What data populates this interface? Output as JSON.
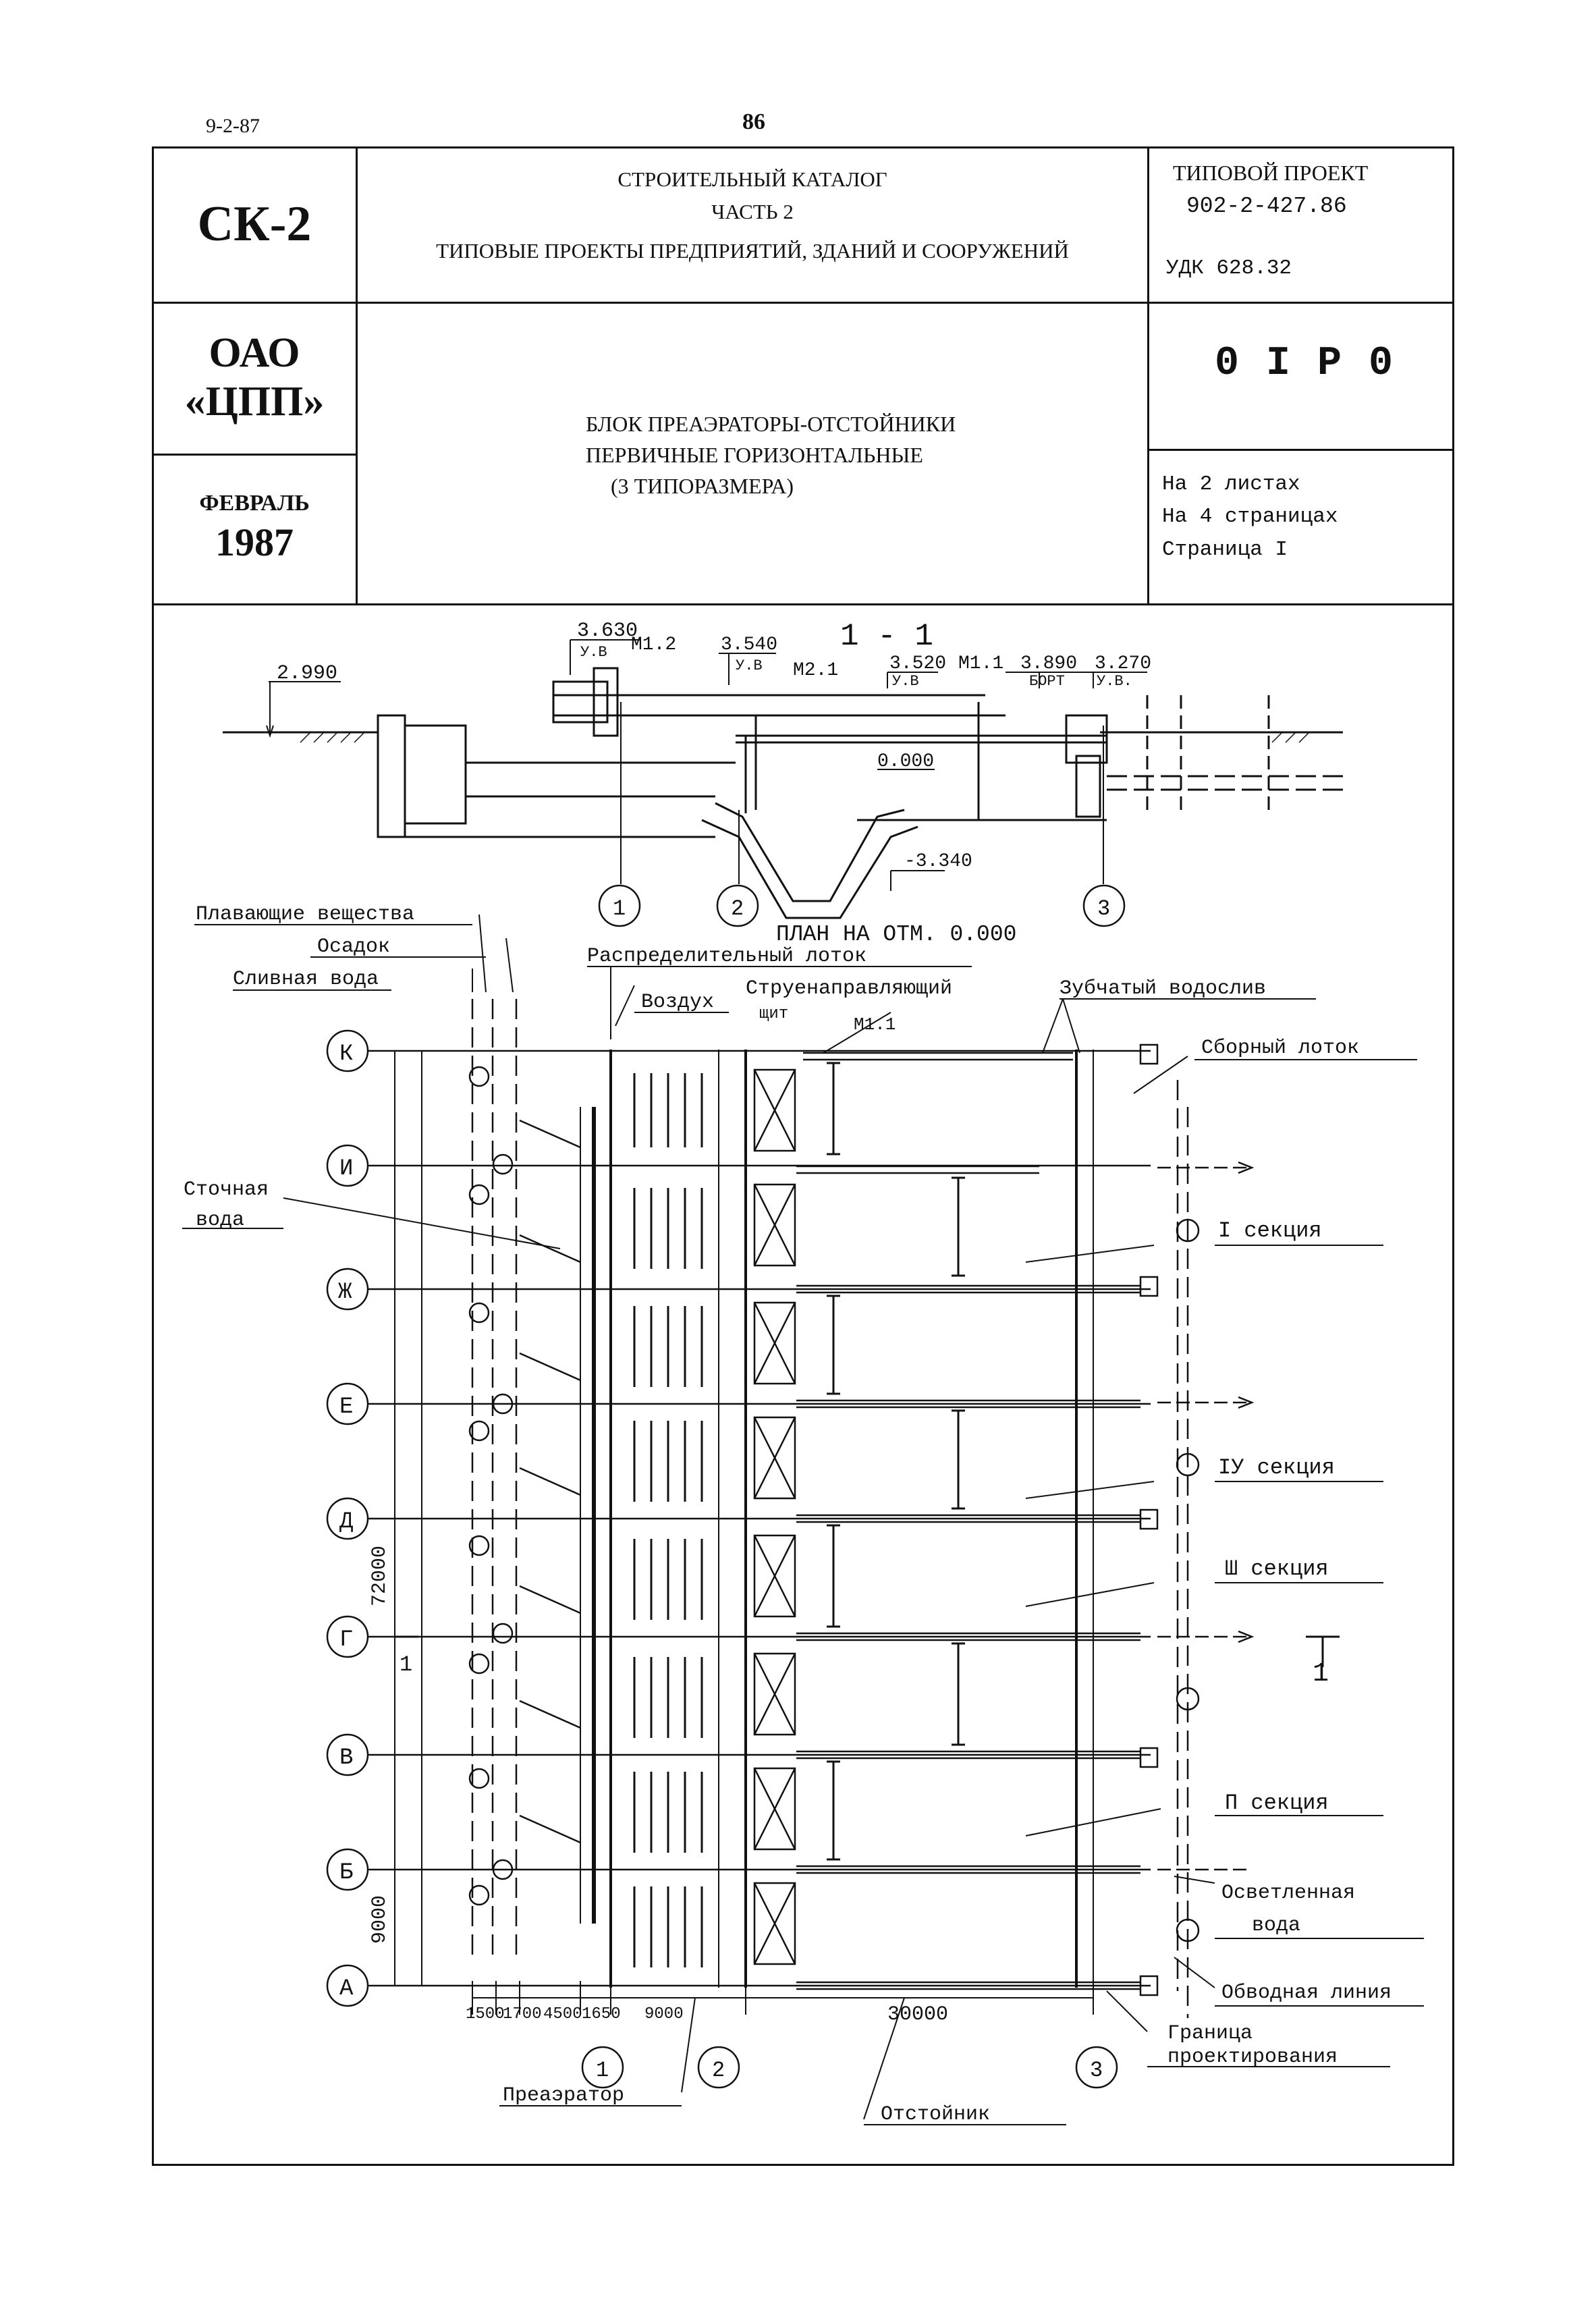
{
  "page": {
    "series_code": "9-2-87",
    "page_number": "86"
  },
  "header": {
    "catalog_code": "СК-2",
    "catalog_title_line1": "СТРОИТЕЛЬНЫЙ КАТАЛОГ",
    "catalog_title_line2": "ЧАСТЬ 2",
    "catalog_title_line3": "ТИПОВЫЕ ПРОЕКТЫ ПРЕДПРИЯТИЙ, ЗДАНИЙ И СООРУЖЕНИЙ",
    "project_label": "ТИПОВОЙ ПРОЕКТ",
    "project_number": "902-2-427.86",
    "udk": "УДК 628.32",
    "org_line1": "ОАО",
    "org_line2": "«ЦПП»",
    "code_mark": "0 I P 0",
    "block_title_line1": "БЛОК ПРЕАЭРАТОРЫ-ОТСТОЙНИКИ",
    "block_title_line2": "ПЕРВИЧНЫЕ ГОРИЗОНТАЛЬНЫЕ",
    "block_title_line3": "(3 ТИПОРАЗМЕРА)",
    "date_month": "ФЕВРАЛЬ",
    "date_year": "1987",
    "sheets": "На 2 листах",
    "pages": "На 4 страницах",
    "page_label": "Страница I"
  },
  "section": {
    "title": "1 - 1",
    "elevations": [
      "2.990",
      "3.630",
      "3.540",
      "3.520",
      "3.890",
      "3.270",
      "0.000",
      "-3.340"
    ],
    "elevation_notes": [
      "У.В",
      "У.В",
      "У.В",
      "БОРТ",
      "У.В."
    ],
    "marks": [
      "М1.2",
      "М2.1",
      "М1.1"
    ],
    "callouts": [
      "1",
      "2",
      "3"
    ]
  },
  "plan": {
    "title": "ПЛАН НА ОТМ. 0.000",
    "grid_axes": [
      "К",
      "И",
      "Ж",
      "Е",
      "Д",
      "Г",
      "В",
      "Б",
      "А"
    ],
    "callouts": [
      "1",
      "2",
      "3"
    ],
    "dims_vertical": [
      "72000",
      "9000"
    ],
    "dims_horizontal": [
      "1500",
      "1700",
      "4500",
      "1650",
      "9000",
      "30000"
    ],
    "section_mark": "1",
    "mark_m11": "М1.1",
    "labels": {
      "floating": "Плавающие вещества",
      "sediment": "Осадок",
      "drain_water": "Сливная вода",
      "distribution_tray": "Распределительный лоток",
      "air": "Воздух",
      "guide_shield_1": "Струенаправляющий",
      "guide_shield_2": "щит",
      "weir": "Зубчатый водослив",
      "collecting_tray": "Сборный лоток",
      "waste_water_1": "Сточная",
      "waste_water_2": "вода",
      "sect1": "I секция",
      "sect4": "IУ секция",
      "sect3": "Ш секция",
      "sect2": "П секция",
      "clarified_1": "Осветленная",
      "clarified_2": "вода",
      "bypass": "Обводная линия",
      "boundary_1": "Граница",
      "boundary_2": "проектирования",
      "preaerator": "Преаэратор",
      "settler": "Отстойник"
    }
  }
}
